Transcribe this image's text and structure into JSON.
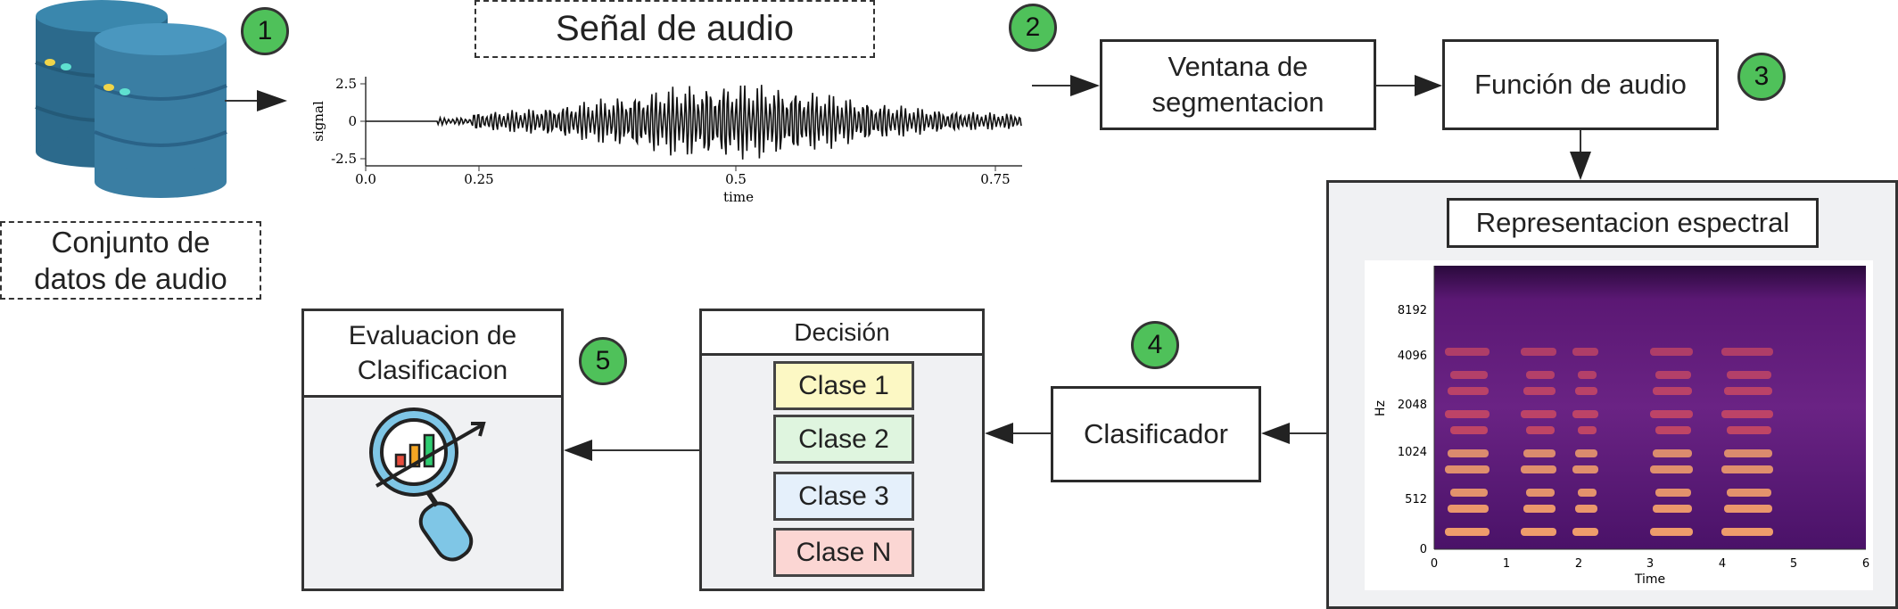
{
  "dataset": {
    "label": "Conjunto de datos de audio"
  },
  "signal": {
    "title": "Señal de audio",
    "ylabel": "signal",
    "xlabel": "time",
    "yticks": [
      "2.5",
      "0",
      "-2.5"
    ],
    "xticks": [
      "0.0",
      "0.25",
      "0.5",
      "0.75"
    ]
  },
  "boxes": {
    "window": "Ventana de segmentacion",
    "feature": "Función de audio",
    "spectral_title": "Representacion espectral",
    "classifier": "Clasificador",
    "decision_title": "Decisión",
    "evaluation_title": "Evaluacion de Clasificacion"
  },
  "classes": [
    "Clase 1",
    "Clase 2",
    "Clase 3",
    "Clase N"
  ],
  "steps": [
    "1",
    "2",
    "3",
    "4",
    "5"
  ],
  "spectrogram": {
    "ylabel": "Hz",
    "xlabel": "Time",
    "yticks": [
      "8192",
      "4096",
      "2048",
      "1024",
      "512",
      "0"
    ],
    "xticks": [
      "0",
      "1",
      "2",
      "3",
      "4",
      "5",
      "6"
    ]
  },
  "colors": {
    "badge": "#4fc15a",
    "clase1": "#fcf8c4",
    "clase2": "#dff5df",
    "clase3": "#e5f0fb",
    "claseN": "#fbd6d3",
    "panel": "#f0f1f3",
    "db_top": "#3a87ad",
    "db_side": "#2c6a8c"
  },
  "icons": [
    "database-icon",
    "magnifier-chart-icon"
  ]
}
